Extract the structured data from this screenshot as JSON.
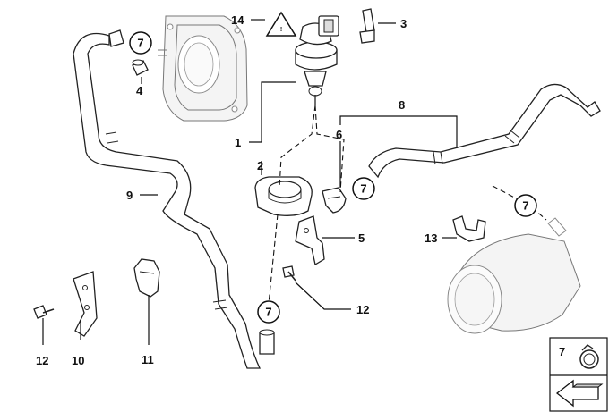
{
  "diagram": {
    "callouts": {
      "p1": "1",
      "p2": "2",
      "p3": "3",
      "p4": "4",
      "p5": "5",
      "p6": "6",
      "p8": "8",
      "p9": "9",
      "p10": "10",
      "p11": "11",
      "p12a": "12",
      "p12b": "12",
      "p13": "13",
      "p14": "14"
    },
    "clamp_refs": {
      "c1": "7",
      "c2": "7",
      "c3": "7",
      "c4": "7",
      "legend": "7"
    },
    "warning_label": "!"
  }
}
